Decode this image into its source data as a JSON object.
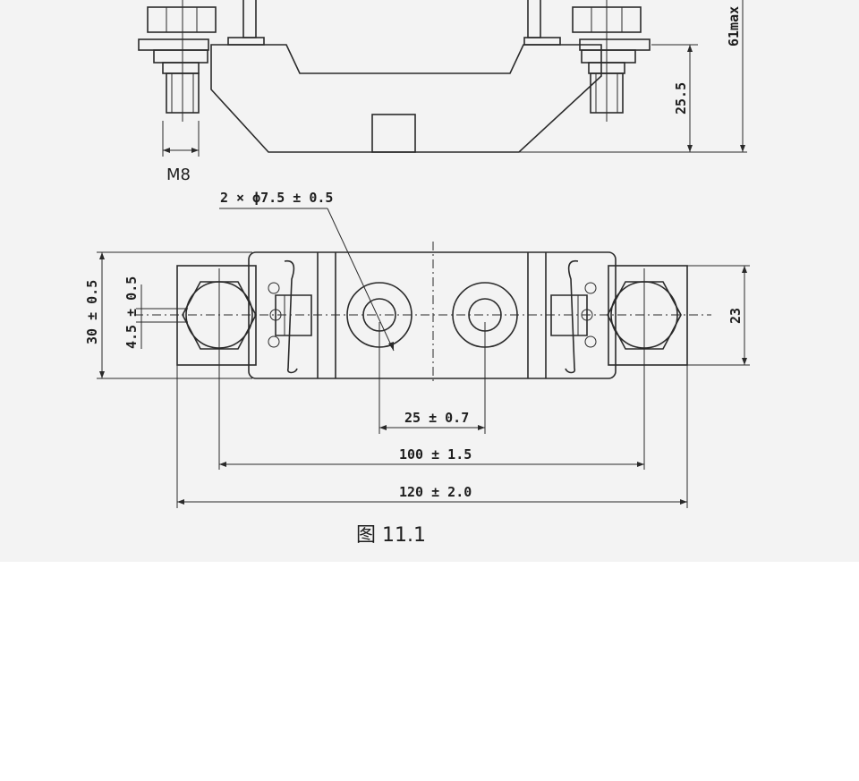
{
  "labels": {
    "thread": "M8",
    "hole_spec": "2 × ϕ7.5 ± 0.5",
    "height_base": "25.5",
    "height_max": "61max",
    "width_30": "30 ± 0.5",
    "offset_4_5": "4.5 ± 0.5",
    "width_23": "23",
    "pitch_25": "25 ± 0.7",
    "span_100": "100 ± 1.5",
    "span_120": "120 ± 2.0"
  },
  "caption": "图 11.1",
  "colors": {
    "line": "#2a2a2a",
    "background": "#f3f3f3"
  }
}
